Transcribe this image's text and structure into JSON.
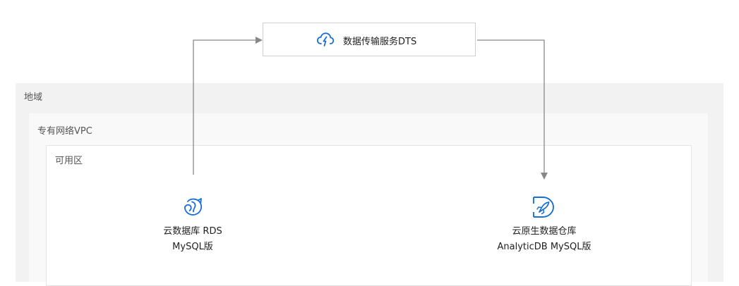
{
  "region": {
    "label": "地域"
  },
  "vpc": {
    "label": "专有网络VPC"
  },
  "zone": {
    "label": "可用区"
  },
  "dts": {
    "label": "数据传输服务DTS",
    "icon": "cloud-dts-icon"
  },
  "source": {
    "line1": "云数据库 RDS",
    "line2": "MySQL版",
    "icon": "rds-icon"
  },
  "target": {
    "line1": "云原生数据仓库",
    "line2": "AnalyticDB MySQL版",
    "icon": "analyticdb-icon"
  },
  "colors": {
    "icon_blue": "#1a6fd6",
    "line_gray": "#888888",
    "region_bg": "#f2f2f2",
    "vpc_bg": "#f9f9f9"
  }
}
